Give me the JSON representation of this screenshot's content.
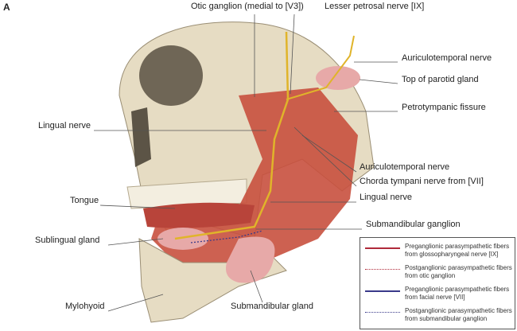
{
  "panel_letter": "A",
  "labels": {
    "otic_ganglion": "Otic ganglion (medial to [V3])",
    "lesser_petrosal": "Lesser petrosal nerve [IX]",
    "auriculotemporal_top": "Auriculotemporal nerve",
    "parotid_top": "Top of parotid gland",
    "petrotympanic": "Petrotympanic fissure",
    "lingual_left": "Lingual nerve",
    "auriculotemporal_mid": "Auriculotemporal nerve",
    "chorda_tympani": "Chorda tympani nerve from [VII]",
    "tongue": "Tongue",
    "lingual_right": "Lingual nerve",
    "submandibular_ganglion": "Submandibular ganglion",
    "sublingual_gland": "Sublingual gland",
    "mylohyoid": "Mylohyoid",
    "submandibular_gland": "Submandibular gland"
  },
  "legend": [
    {
      "line1": "Preganglionic parasympathetic fibers",
      "line2": "from glossopharyngeal nerve [IX]",
      "color": "#b02a3a",
      "style": "solid"
    },
    {
      "line1": "Postganglionic parasympathetic fibers",
      "line2": "from otic ganglion",
      "color": "#b02a3a",
      "style": "dotted"
    },
    {
      "line1": "Preganglionic parasympathetic fibers",
      "line2": "from facial nerve [VII]",
      "color": "#3a3a8a",
      "style": "solid"
    },
    {
      "line1": "Postganglionic parasympathetic fibers",
      "line2": "from submandibular ganglion",
      "color": "#3a3a8a",
      "style": "dotted"
    }
  ],
  "colors": {
    "bone": "#e6dcc3",
    "muscle": "#c8503e",
    "gland": "#e7a9a8",
    "nerve": "#e0b42a"
  }
}
